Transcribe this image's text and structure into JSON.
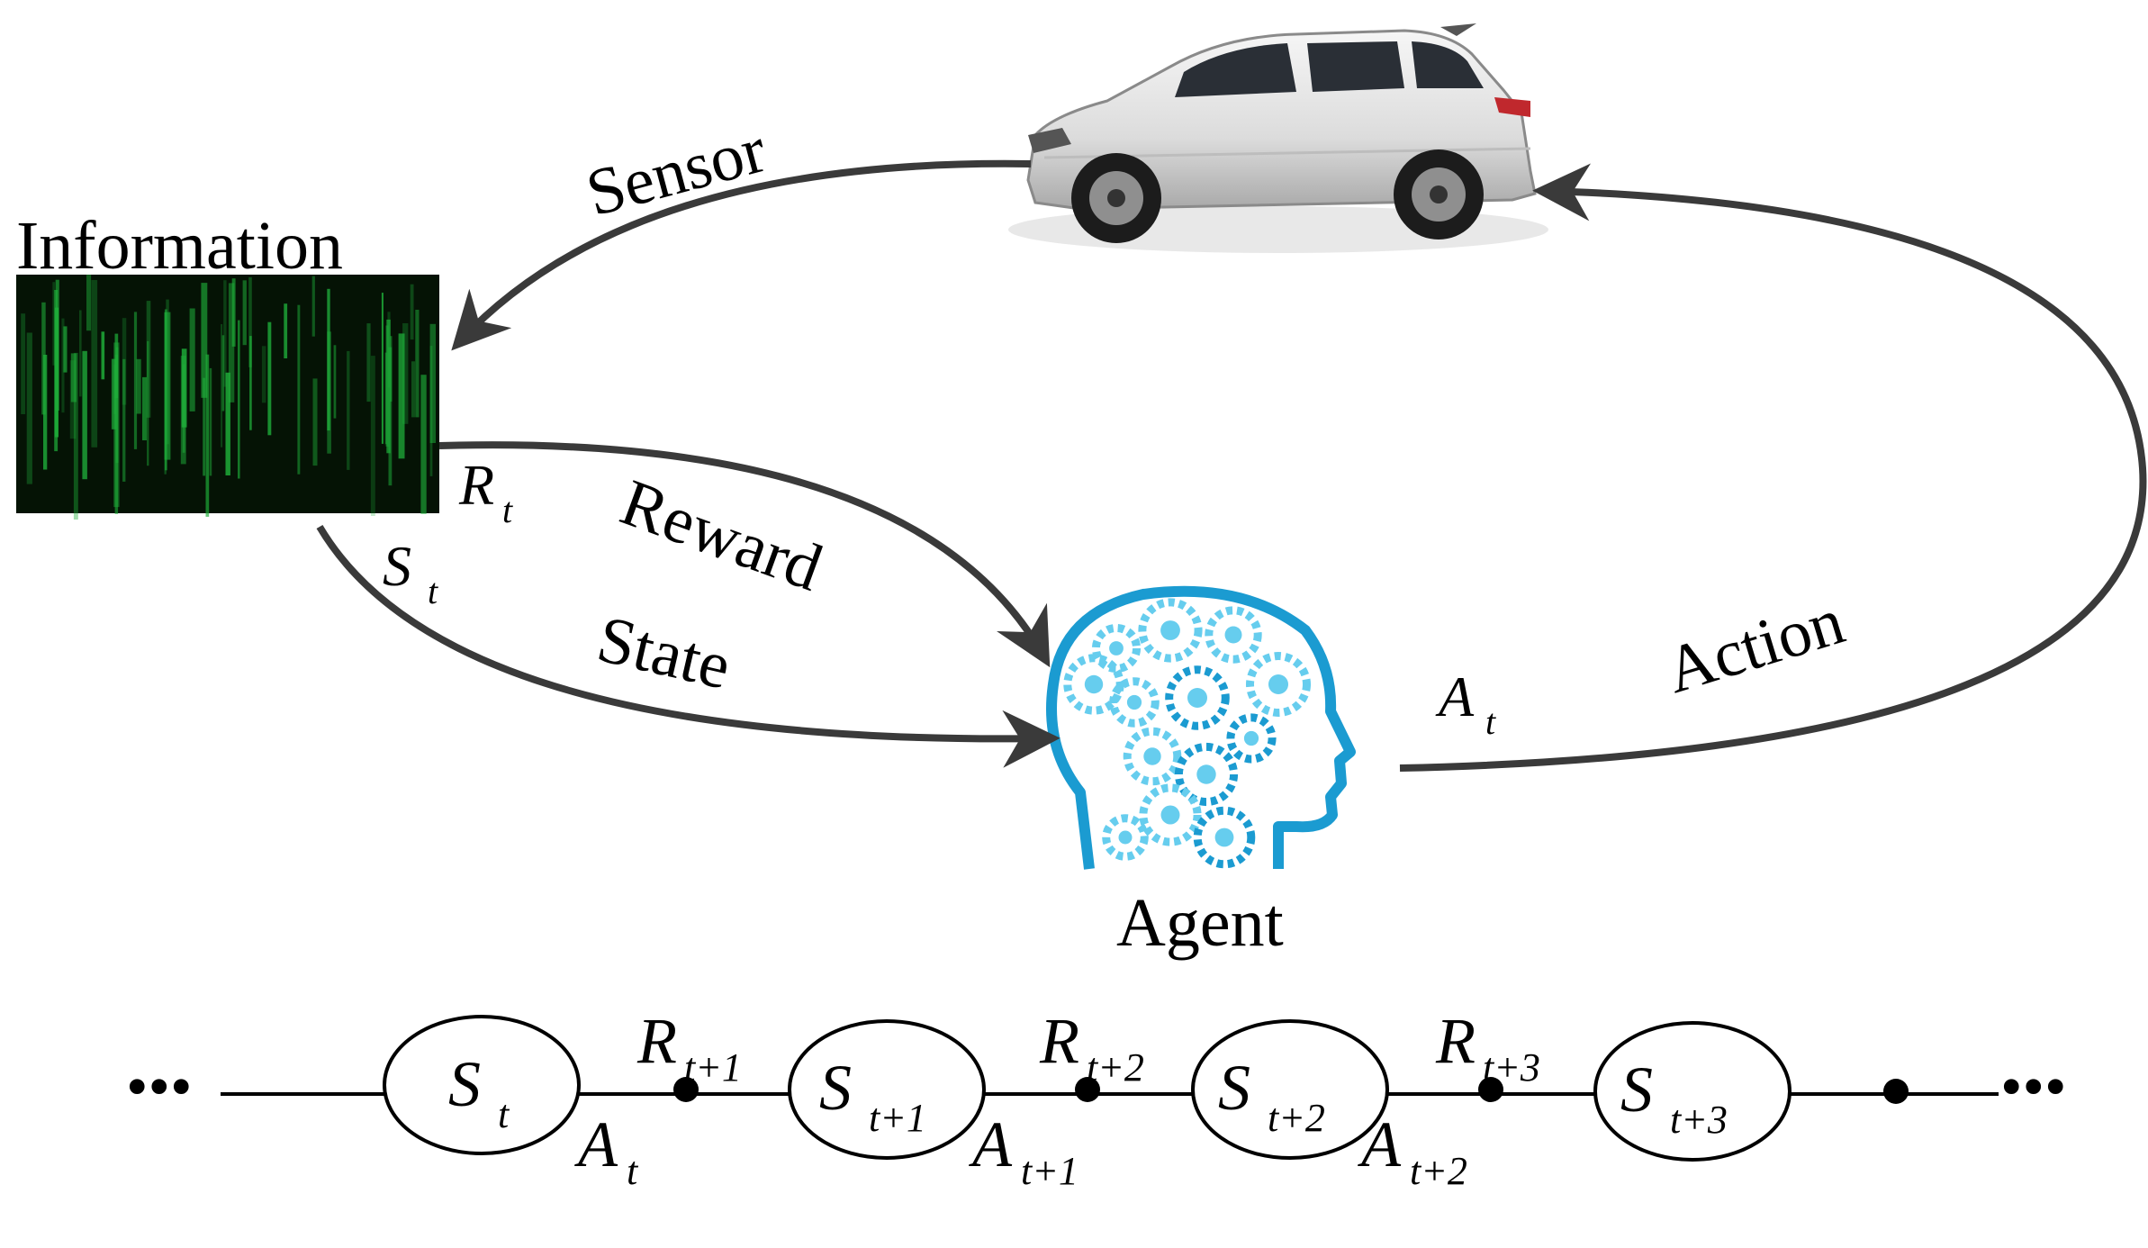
{
  "labels": {
    "information": "Information",
    "agent": "Agent",
    "sensor": "Sensor",
    "reward": "Reward",
    "state": "State",
    "action": "Action"
  },
  "symbols": {
    "reward_letter": "R",
    "state_letter": "S",
    "action_letter": "A",
    "t": "t"
  },
  "chain": {
    "ellipsis": "•••",
    "states": [
      {
        "letter": "S",
        "sub": "t"
      },
      {
        "letter": "S",
        "sub": "t+1"
      },
      {
        "letter": "S",
        "sub": "t+2"
      },
      {
        "letter": "S",
        "sub": "t+3"
      }
    ],
    "rewards": [
      {
        "letter": "R",
        "sub": "t+1"
      },
      {
        "letter": "R",
        "sub": "t+2"
      },
      {
        "letter": "R",
        "sub": "t+3"
      }
    ],
    "actions": [
      {
        "letter": "A",
        "sub": "t"
      },
      {
        "letter": "A",
        "sub": "t+1"
      },
      {
        "letter": "A",
        "sub": "t+2"
      }
    ]
  },
  "colors": {
    "arrow": "#3a3a3a",
    "matrix_bg": "#051305",
    "matrix_green": "#1fae3a",
    "brain_blue": "#1b9bd1",
    "brain_light": "#66cdee"
  }
}
